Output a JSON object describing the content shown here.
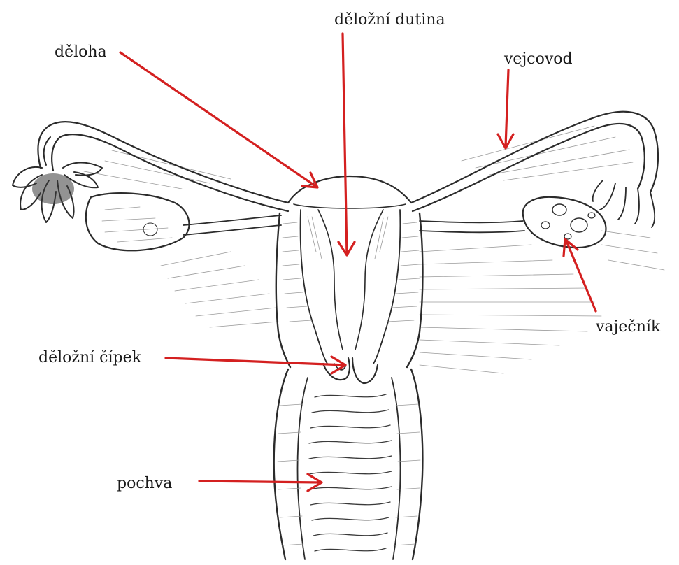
{
  "labels": {
    "deloha": "děloha",
    "delozni_dutina": "děložní dutina",
    "vejcovod": "vejcovod",
    "vajecnik": "vaječník",
    "delozni_cipek": "děložní čípek",
    "pochva": "pochva"
  },
  "colors": {
    "arrow": "#d42020",
    "pencil": "#2b2b2b",
    "background": "#ffffff"
  }
}
